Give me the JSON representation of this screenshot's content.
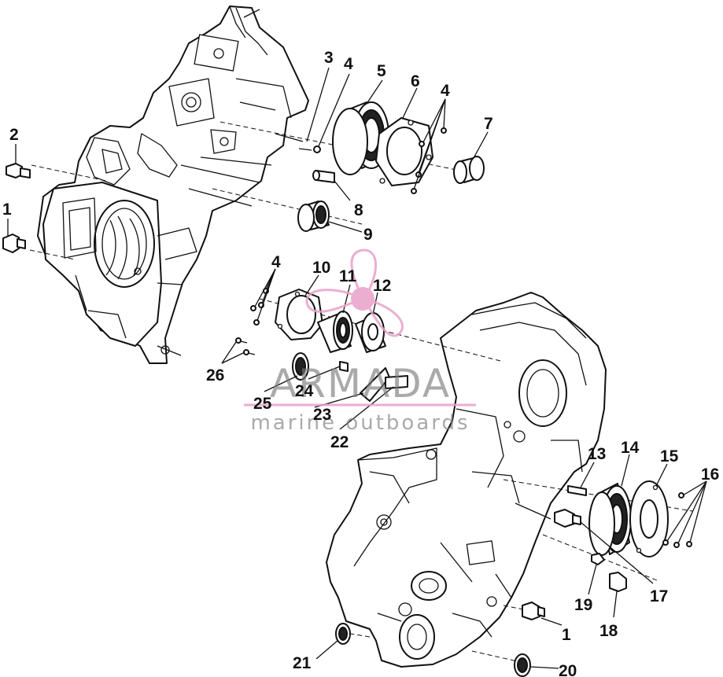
{
  "labels": [
    {
      "id": "1a",
      "text": "1"
    },
    {
      "id": "2",
      "text": "2"
    },
    {
      "id": "3",
      "text": "3"
    },
    {
      "id": "4a",
      "text": "4"
    },
    {
      "id": "5",
      "text": "5"
    },
    {
      "id": "6",
      "text": "6"
    },
    {
      "id": "4b",
      "text": "4"
    },
    {
      "id": "7",
      "text": "7"
    },
    {
      "id": "8",
      "text": "8"
    },
    {
      "id": "9",
      "text": "9"
    },
    {
      "id": "4c",
      "text": "4"
    },
    {
      "id": "10",
      "text": "10"
    },
    {
      "id": "11",
      "text": "11"
    },
    {
      "id": "12",
      "text": "12"
    },
    {
      "id": "26",
      "text": "26"
    },
    {
      "id": "25",
      "text": "25"
    },
    {
      "id": "24",
      "text": "24"
    },
    {
      "id": "23",
      "text": "23"
    },
    {
      "id": "22",
      "text": "22"
    },
    {
      "id": "13",
      "text": "13"
    },
    {
      "id": "14",
      "text": "14"
    },
    {
      "id": "15",
      "text": "15"
    },
    {
      "id": "16",
      "text": "16"
    },
    {
      "id": "17",
      "text": "17"
    },
    {
      "id": "19",
      "text": "19"
    },
    {
      "id": "18",
      "text": "18"
    },
    {
      "id": "1b",
      "text": "1"
    },
    {
      "id": "21",
      "text": "21"
    },
    {
      "id": "20",
      "text": "20"
    }
  ],
  "watermark": {
    "title": "ARMADA",
    "subtitle": "marine outboards",
    "logo_color": "#e8a0c8",
    "text_color": "#7a7a7a"
  },
  "icons": {
    "logo": "propeller-logo-icon"
  }
}
